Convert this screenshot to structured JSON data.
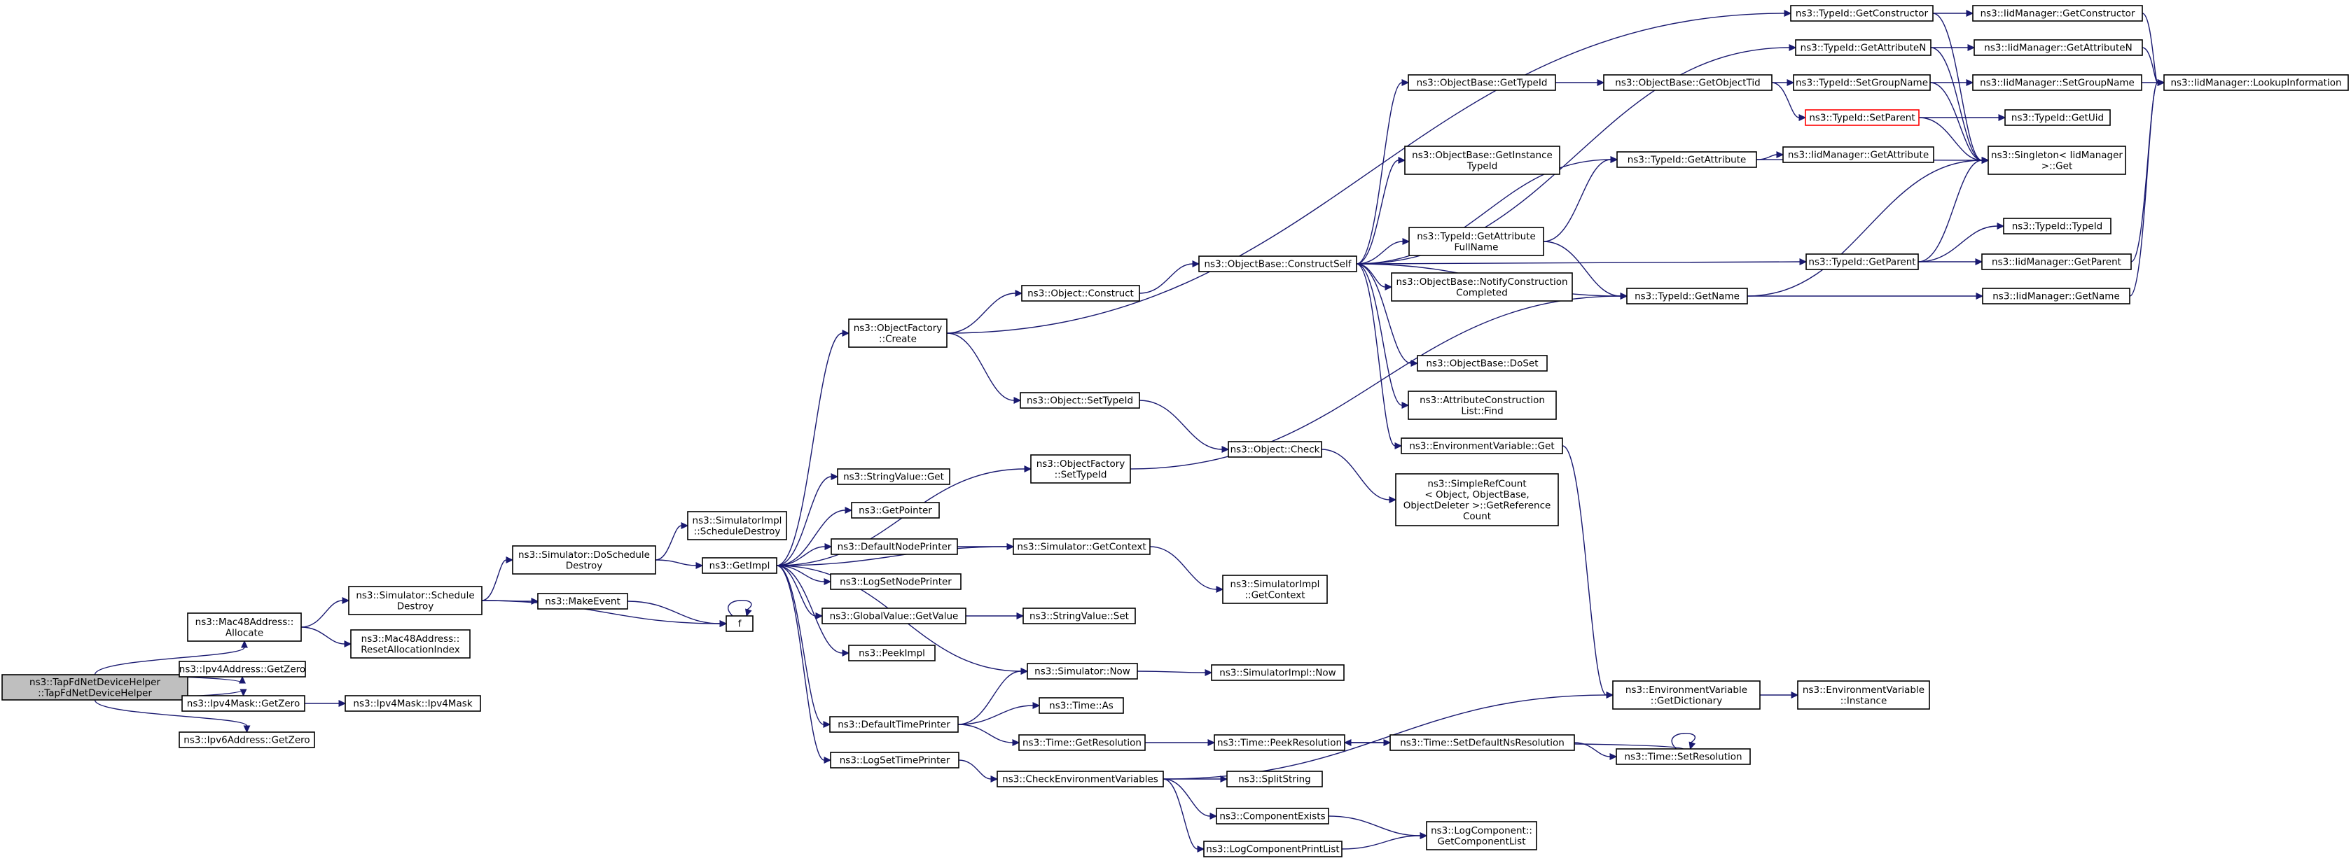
{
  "nodes": [
    {
      "id": "root",
      "lines": [
        "ns3::TapFdNetDeviceHelper",
        "::TapFdNetDeviceHelper"
      ],
      "root": true
    },
    {
      "id": "mac_alloc",
      "lines": [
        "ns3::Mac48Address::",
        "Allocate"
      ]
    },
    {
      "id": "ipv4addr_zero",
      "lines": [
        "ns3::Ipv4Address::GetZero"
      ]
    },
    {
      "id": "ipv4mask_zero",
      "lines": [
        "ns3::Ipv4Mask::GetZero"
      ]
    },
    {
      "id": "ipv6addr_zero",
      "lines": [
        "ns3::Ipv6Address::GetZero"
      ]
    },
    {
      "id": "sim_schedule_destroy",
      "lines": [
        "ns3::Simulator::Schedule",
        "Destroy"
      ]
    },
    {
      "id": "mac_reset",
      "lines": [
        "ns3::Mac48Address::",
        "ResetAllocationIndex"
      ]
    },
    {
      "id": "ipv4mask_ctor",
      "lines": [
        "ns3::Ipv4Mask::Ipv4Mask"
      ]
    },
    {
      "id": "sim_do_schedule_destroy",
      "lines": [
        "ns3::Simulator::DoSchedule",
        "Destroy"
      ]
    },
    {
      "id": "make_event",
      "lines": [
        "ns3::MakeEvent"
      ]
    },
    {
      "id": "f",
      "lines": [
        "f"
      ]
    },
    {
      "id": "simimpl_schedule_destroy",
      "lines": [
        "ns3::SimulatorImpl",
        "::ScheduleDestroy"
      ]
    },
    {
      "id": "get_impl",
      "lines": [
        "ns3::GetImpl"
      ]
    },
    {
      "id": "of_create",
      "lines": [
        "ns3::ObjectFactory",
        "::Create"
      ]
    },
    {
      "id": "stringvalue_get",
      "lines": [
        "ns3::StringValue::Get"
      ]
    },
    {
      "id": "get_pointer",
      "lines": [
        "ns3::GetPointer"
      ]
    },
    {
      "id": "default_node_printer",
      "lines": [
        "ns3::DefaultNodePrinter"
      ]
    },
    {
      "id": "log_set_node_printer",
      "lines": [
        "ns3::LogSetNodePrinter"
      ]
    },
    {
      "id": "gv_get_value",
      "lines": [
        "ns3::GlobalValue::GetValue"
      ]
    },
    {
      "id": "peek_impl",
      "lines": [
        "ns3::PeekImpl"
      ]
    },
    {
      "id": "default_time_printer",
      "lines": [
        "ns3::DefaultTimePrinter"
      ]
    },
    {
      "id": "log_set_time_printer",
      "lines": [
        "ns3::LogSetTimePrinter"
      ]
    },
    {
      "id": "obj_construct",
      "lines": [
        "ns3::Object::Construct"
      ]
    },
    {
      "id": "obj_set_typeid",
      "lines": [
        "ns3::Object::SetTypeId"
      ]
    },
    {
      "id": "of_set_typeid",
      "lines": [
        "ns3::ObjectFactory",
        "::SetTypeId"
      ]
    },
    {
      "id": "sim_get_context",
      "lines": [
        "ns3::Simulator::GetContext"
      ]
    },
    {
      "id": "stringvalue_set",
      "lines": [
        "ns3::StringValue::Set"
      ]
    },
    {
      "id": "sim_now",
      "lines": [
        "ns3::Simulator::Now"
      ]
    },
    {
      "id": "time_as",
      "lines": [
        "ns3::Time::As"
      ]
    },
    {
      "id": "time_get_resolution",
      "lines": [
        "ns3::Time::GetResolution"
      ]
    },
    {
      "id": "check_env_vars",
      "lines": [
        "ns3::CheckEnvironmentVariables"
      ]
    },
    {
      "id": "obase_construct_self",
      "lines": [
        "ns3::ObjectBase::ConstructSelf"
      ]
    },
    {
      "id": "object_check",
      "lines": [
        "ns3::Object::Check"
      ]
    },
    {
      "id": "simimpl_get_context",
      "lines": [
        "ns3::SimulatorImpl",
        "::GetContext"
      ]
    },
    {
      "id": "simimpl_now",
      "lines": [
        "ns3::SimulatorImpl::Now"
      ]
    },
    {
      "id": "time_peek_resolution",
      "lines": [
        "ns3::Time::PeekResolution"
      ]
    },
    {
      "id": "split_string",
      "lines": [
        "ns3::SplitString"
      ]
    },
    {
      "id": "component_exists",
      "lines": [
        "ns3::ComponentExists"
      ]
    },
    {
      "id": "log_component_print_list",
      "lines": [
        "ns3::LogComponentPrintList"
      ]
    },
    {
      "id": "obase_get_typeid",
      "lines": [
        "ns3::ObjectBase::GetTypeId"
      ]
    },
    {
      "id": "obase_get_instance_typeid",
      "lines": [
        "ns3::ObjectBase::GetInstance",
        "TypeId"
      ]
    },
    {
      "id": "typeid_get_attr_fullname",
      "lines": [
        "ns3::TypeId::GetAttribute",
        "FullName"
      ]
    },
    {
      "id": "obase_notify_construction",
      "lines": [
        "ns3::ObjectBase::NotifyConstruction",
        "Completed"
      ]
    },
    {
      "id": "obase_doset",
      "lines": [
        "ns3::ObjectBase::DoSet"
      ]
    },
    {
      "id": "attr_construction_find",
      "lines": [
        "ns3::AttributeConstruction",
        "List::Find"
      ]
    },
    {
      "id": "env_var_get",
      "lines": [
        "ns3::EnvironmentVariable::Get"
      ]
    },
    {
      "id": "simple_ref_count",
      "lines": [
        "ns3::SimpleRefCount",
        "< Object, ObjectBase,",
        "ObjectDeleter >::GetReference",
        "Count"
      ]
    },
    {
      "id": "time_set_default_ns",
      "lines": [
        "ns3::Time::SetDefaultNsResolution"
      ]
    },
    {
      "id": "log_component_get_list",
      "lines": [
        "ns3::LogComponent::",
        "GetComponentList"
      ]
    },
    {
      "id": "obase_get_object_tid",
      "lines": [
        "ns3::ObjectBase::GetObjectTid"
      ]
    },
    {
      "id": "typeid_get_attribute",
      "lines": [
        "ns3::TypeId::GetAttribute"
      ]
    },
    {
      "id": "typeid_get_name",
      "lines": [
        "ns3::TypeId::GetName"
      ]
    },
    {
      "id": "env_var_get_dictionary",
      "lines": [
        "ns3::EnvironmentVariable",
        "::GetDictionary"
      ]
    },
    {
      "id": "time_set_resolution",
      "lines": [
        "ns3::Time::SetResolution"
      ]
    },
    {
      "id": "typeid_get_constructor",
      "lines": [
        "ns3::TypeId::GetConstructor"
      ]
    },
    {
      "id": "typeid_get_attribute_n",
      "lines": [
        "ns3::TypeId::GetAttributeN"
      ]
    },
    {
      "id": "typeid_set_group_name",
      "lines": [
        "ns3::TypeId::SetGroupName"
      ]
    },
    {
      "id": "typeid_set_parent",
      "lines": [
        "ns3::TypeId::SetParent"
      ],
      "red": true
    },
    {
      "id": "iidm_get_attribute",
      "lines": [
        "ns3::IidManager::GetAttribute"
      ]
    },
    {
      "id": "typeid_get_parent",
      "lines": [
        "ns3::TypeId::GetParent"
      ]
    },
    {
      "id": "env_var_instance",
      "lines": [
        "ns3::EnvironmentVariable",
        "::Instance"
      ]
    },
    {
      "id": "iidm_get_constructor",
      "lines": [
        "ns3::IidManager::GetConstructor"
      ]
    },
    {
      "id": "iidm_get_attribute_n",
      "lines": [
        "ns3::IidManager::GetAttributeN"
      ]
    },
    {
      "id": "iidm_set_group_name",
      "lines": [
        "ns3::IidManager::SetGroupName"
      ]
    },
    {
      "id": "typeid_get_uid",
      "lines": [
        "ns3::TypeId::GetUid"
      ]
    },
    {
      "id": "singleton_get",
      "lines": [
        "ns3::Singleton< IidManager",
        ">::Get"
      ]
    },
    {
      "id": "typeid_typeid",
      "lines": [
        "ns3::TypeId::TypeId"
      ]
    },
    {
      "id": "iidm_get_parent",
      "lines": [
        "ns3::IidManager::GetParent"
      ]
    },
    {
      "id": "iidm_get_name",
      "lines": [
        "ns3::IidManager::GetName"
      ]
    },
    {
      "id": "iidm_lookup",
      "lines": [
        "ns3::IidManager::LookupInformation"
      ]
    }
  ],
  "edges": [
    [
      "root",
      "mac_alloc"
    ],
    [
      "root",
      "ipv4addr_zero"
    ],
    [
      "root",
      "ipv4mask_zero"
    ],
    [
      "root",
      "ipv6addr_zero"
    ],
    [
      "mac_alloc",
      "sim_schedule_destroy"
    ],
    [
      "mac_alloc",
      "mac_reset"
    ],
    [
      "ipv4mask_zero",
      "ipv4mask_ctor"
    ],
    [
      "sim_schedule_destroy",
      "sim_do_schedule_destroy"
    ],
    [
      "sim_schedule_destroy",
      "make_event"
    ],
    [
      "sim_schedule_destroy",
      "f"
    ],
    [
      "make_event",
      "f"
    ],
    [
      "f",
      "f"
    ],
    [
      "sim_do_schedule_destroy",
      "simimpl_schedule_destroy"
    ],
    [
      "sim_do_schedule_destroy",
      "get_impl"
    ],
    [
      "get_impl",
      "of_create"
    ],
    [
      "get_impl",
      "stringvalue_get"
    ],
    [
      "get_impl",
      "get_pointer"
    ],
    [
      "get_impl",
      "default_node_printer"
    ],
    [
      "get_impl",
      "log_set_node_printer"
    ],
    [
      "get_impl",
      "gv_get_value"
    ],
    [
      "get_impl",
      "peek_impl"
    ],
    [
      "get_impl",
      "default_time_printer"
    ],
    [
      "get_impl",
      "log_set_time_printer"
    ],
    [
      "get_impl",
      "of_set_typeid"
    ],
    [
      "get_impl",
      "sim_get_context"
    ],
    [
      "get_impl",
      "sim_now"
    ],
    [
      "of_create",
      "obj_construct"
    ],
    [
      "of_create",
      "obj_set_typeid"
    ],
    [
      "of_create",
      "typeid_get_constructor"
    ],
    [
      "default_node_printer",
      "sim_get_context"
    ],
    [
      "gv_get_value",
      "stringvalue_set"
    ],
    [
      "default_time_printer",
      "sim_now"
    ],
    [
      "default_time_printer",
      "time_as"
    ],
    [
      "default_time_printer",
      "time_get_resolution"
    ],
    [
      "log_set_time_printer",
      "check_env_vars"
    ],
    [
      "obj_construct",
      "obase_construct_self"
    ],
    [
      "obj_set_typeid",
      "object_check"
    ],
    [
      "of_set_typeid",
      "typeid_get_name"
    ],
    [
      "sim_get_context",
      "simimpl_get_context"
    ],
    [
      "sim_now",
      "simimpl_now"
    ],
    [
      "time_get_resolution",
      "time_peek_resolution"
    ],
    [
      "check_env_vars",
      "env_var_get_dictionary"
    ],
    [
      "check_env_vars",
      "split_string"
    ],
    [
      "check_env_vars",
      "component_exists"
    ],
    [
      "check_env_vars",
      "log_component_print_list"
    ],
    [
      "obase_construct_self",
      "obase_get_typeid"
    ],
    [
      "obase_construct_self",
      "obase_get_instance_typeid"
    ],
    [
      "obase_construct_self",
      "typeid_get_attr_fullname"
    ],
    [
      "obase_construct_self",
      "obase_notify_construction"
    ],
    [
      "obase_construct_self",
      "obase_doset"
    ],
    [
      "obase_construct_self",
      "attr_construction_find"
    ],
    [
      "obase_construct_self",
      "env_var_get"
    ],
    [
      "obase_construct_self",
      "typeid_get_attribute"
    ],
    [
      "obase_construct_self",
      "typeid_get_name"
    ],
    [
      "obase_construct_self",
      "typeid_get_parent"
    ],
    [
      "obase_construct_self",
      "typeid_get_attribute_n"
    ],
    [
      "object_check",
      "simple_ref_count"
    ],
    [
      "time_peek_resolution",
      "time_set_default_ns"
    ],
    [
      "time_set_default_ns",
      "time_set_resolution"
    ],
    [
      "time_set_resolution",
      "time_peek_resolution"
    ],
    [
      "time_set_resolution",
      "time_set_resolution"
    ],
    [
      "component_exists",
      "log_component_get_list"
    ],
    [
      "log_component_print_list",
      "log_component_get_list"
    ],
    [
      "obase_get_typeid",
      "obase_get_object_tid"
    ],
    [
      "obase_get_object_tid",
      "typeid_set_group_name"
    ],
    [
      "obase_get_object_tid",
      "typeid_set_parent"
    ],
    [
      "typeid_get_attr_fullname",
      "typeid_get_attribute"
    ],
    [
      "typeid_get_attr_fullname",
      "typeid_get_name"
    ],
    [
      "env_var_get",
      "env_var_get_dictionary"
    ],
    [
      "env_var_get_dictionary",
      "env_var_instance"
    ],
    [
      "typeid_get_attribute",
      "iidm_get_attribute"
    ],
    [
      "typeid_get_attribute",
      "singleton_get"
    ],
    [
      "typeid_get_name",
      "singleton_get"
    ],
    [
      "typeid_get_name",
      "iidm_get_name"
    ],
    [
      "typeid_get_constructor",
      "iidm_get_constructor"
    ],
    [
      "typeid_get_constructor",
      "singleton_get"
    ],
    [
      "typeid_get_attribute_n",
      "iidm_get_attribute_n"
    ],
    [
      "typeid_get_attribute_n",
      "singleton_get"
    ],
    [
      "typeid_set_group_name",
      "iidm_set_group_name"
    ],
    [
      "typeid_set_group_name",
      "singleton_get"
    ],
    [
      "typeid_set_parent",
      "typeid_get_uid"
    ],
    [
      "typeid_set_parent",
      "singleton_get"
    ],
    [
      "typeid_get_parent",
      "singleton_get"
    ],
    [
      "typeid_get_parent",
      "typeid_typeid"
    ],
    [
      "typeid_get_parent",
      "iidm_get_parent"
    ],
    [
      "iidm_get_constructor",
      "iidm_lookup"
    ],
    [
      "iidm_get_attribute_n",
      "iidm_lookup"
    ],
    [
      "iidm_set_group_name",
      "iidm_lookup"
    ],
    [
      "iidm_get_parent",
      "iidm_lookup"
    ],
    [
      "iidm_get_name",
      "iidm_lookup"
    ]
  ]
}
